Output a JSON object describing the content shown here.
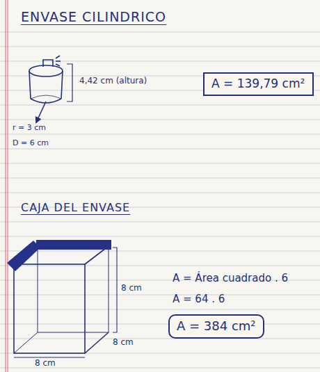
{
  "diagram": {
    "nodes": [
      {
        "text": [
          "A = 139,79 cm²"
        ]
      },
      {
        "text": [
          "A = 384 cm²"
        ]
      }
    ],
    "labels": [
      "ENVASE CILINDRICO",
      "4,42 cm (altura)",
      "r = 3 cm",
      "D = 6 cm",
      "CAJA DEL ENVASE",
      "8 cm",
      "8 cm",
      "8 cm",
      "A = Área cuadrado . 6",
      "A = 64 . 6"
    ]
  }
}
